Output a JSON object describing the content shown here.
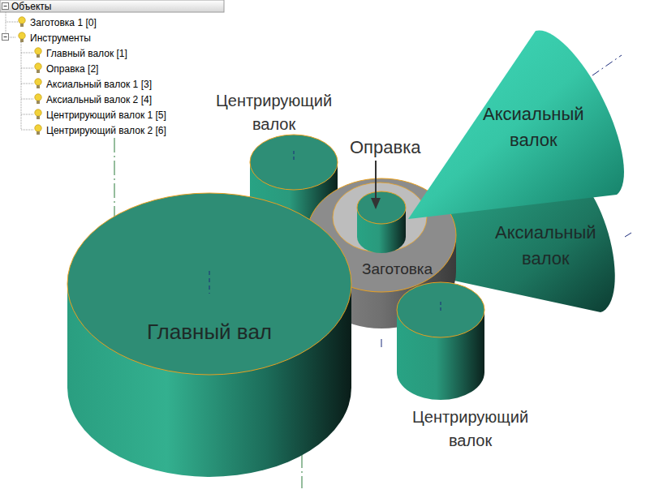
{
  "diagram": {
    "nodes": [
      {
        "text": [
          "Центрирующий валок"
        ]
      },
      {
        "text": [
          "Аксиальный валок"
        ]
      },
      {
        "text": [
          "Заготовка"
        ]
      },
      {
        "text": [
          "Аксиальный валок"
        ]
      },
      {
        "text": [
          "Главный вал"
        ]
      },
      {
        "text": [
          "Центрирующий валок"
        ]
      }
    ],
    "labels": [
      "Объекты",
      "Заготовка 1 [0]",
      "Инструменты",
      "Главный валок [1]",
      "Оправка [2]",
      "Аксиальный валок 1 [3]",
      "Аксиальный валок 2 [4]",
      "Центрирующий валок 1 [5]",
      "Центрирующий валок 2 [6]",
      "Оправка"
    ]
  }
}
